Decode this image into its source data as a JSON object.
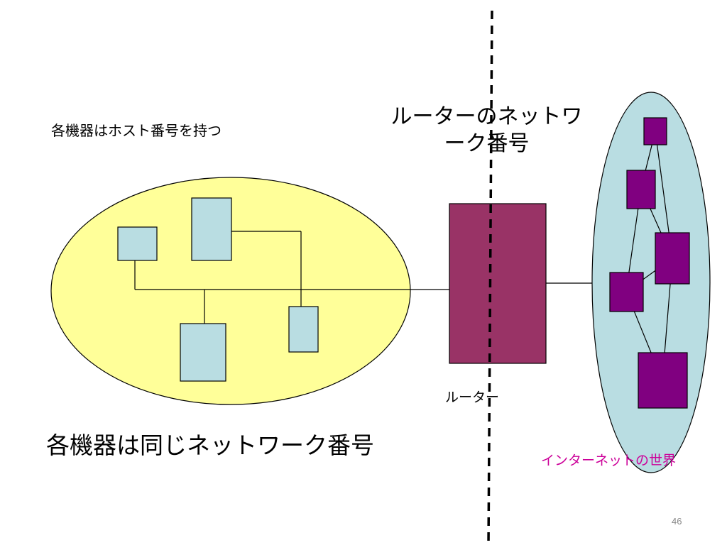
{
  "labels": {
    "host_number": "各機器はホスト番号を持つ",
    "router_network_number": "ルーターのネットワーク番号",
    "router": "ルーター",
    "lan_network_number": "各機器は同じネットワーク番号",
    "internet_world": "インターネットの世界",
    "page_number": "46"
  },
  "colors": {
    "lan_fill": "#ffff99",
    "device_fill": "#b9dde2",
    "router_fill": "#993366",
    "internet_fill": "#b9dde2",
    "internet_node_fill": "#800080",
    "internet_label": "#cc0099"
  }
}
